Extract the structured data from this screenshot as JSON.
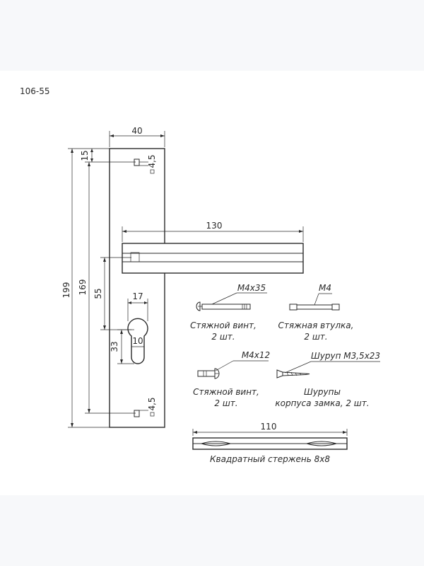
{
  "part_code": "106-55",
  "dimensions": {
    "plate_width": "40",
    "bar_length": "130",
    "top_offset": "15",
    "hole_square_top": "4,5",
    "hole_square_bottom": "4,5",
    "total_height": "199",
    "hole_spacing": "169",
    "handle_to_cylinder": "55",
    "cylinder_width": "17",
    "cylinder_height": "33",
    "cylinder_round": "10",
    "rod_length": "110"
  },
  "parts": {
    "screw_long": {
      "spec": "M4x35",
      "caption_line1": "Стяжной винт,",
      "caption_line2": "2 шт."
    },
    "sleeve": {
      "spec": "M4",
      "caption_line1": "Стяжная втулка,",
      "caption_line2": "2 шт."
    },
    "screw_short": {
      "spec": "M4x12",
      "caption_line1": "Стяжной винт,",
      "caption_line2": "2 шт."
    },
    "lock_screw": {
      "spec": "Шуруп М3,5х23",
      "caption_line1": "Шурупы",
      "caption_line2": "корпуса замка, 2 шт."
    },
    "rod": {
      "caption": "Квадратный стержень 8х8"
    }
  }
}
